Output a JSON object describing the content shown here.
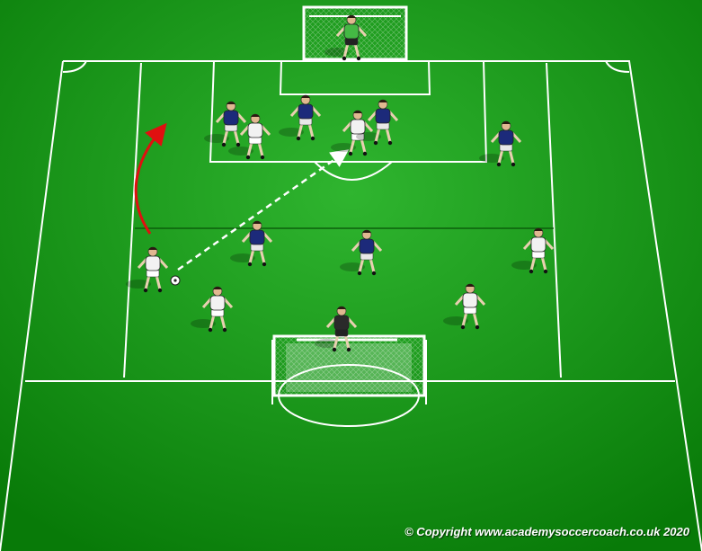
{
  "copyright": "© Copyright www.academysoccercoach.co.uk 2020",
  "colors": {
    "grass_light": "#2fb52f",
    "grass_dark": "#087a08",
    "line": "#ffffff",
    "team_white": "#f2f2f2",
    "team_blue": "#1c2a7a",
    "keeper_green": "#44b844",
    "keeper_dark": "#2a2a2a",
    "run_arrow": "#e01010",
    "pass_arrow": "#ffffff"
  },
  "players": [
    {
      "name": "goalkeeper-top",
      "team": "keeper_green"
    },
    {
      "name": "blue-player-1",
      "team": "team_blue"
    },
    {
      "name": "white-player-1",
      "team": "team_white"
    },
    {
      "name": "blue-player-2",
      "team": "team_blue"
    },
    {
      "name": "white-player-2",
      "team": "team_white"
    },
    {
      "name": "blue-player-3",
      "team": "team_blue"
    },
    {
      "name": "blue-player-4",
      "team": "team_blue"
    },
    {
      "name": "blue-player-5",
      "team": "team_blue"
    },
    {
      "name": "blue-player-6",
      "team": "team_blue"
    },
    {
      "name": "white-player-ball",
      "team": "team_white"
    },
    {
      "name": "white-player-3",
      "team": "team_white"
    },
    {
      "name": "white-player-4",
      "team": "team_white"
    },
    {
      "name": "white-player-5",
      "team": "team_white"
    },
    {
      "name": "goalkeeper-bottom",
      "team": "keeper_dark"
    }
  ]
}
